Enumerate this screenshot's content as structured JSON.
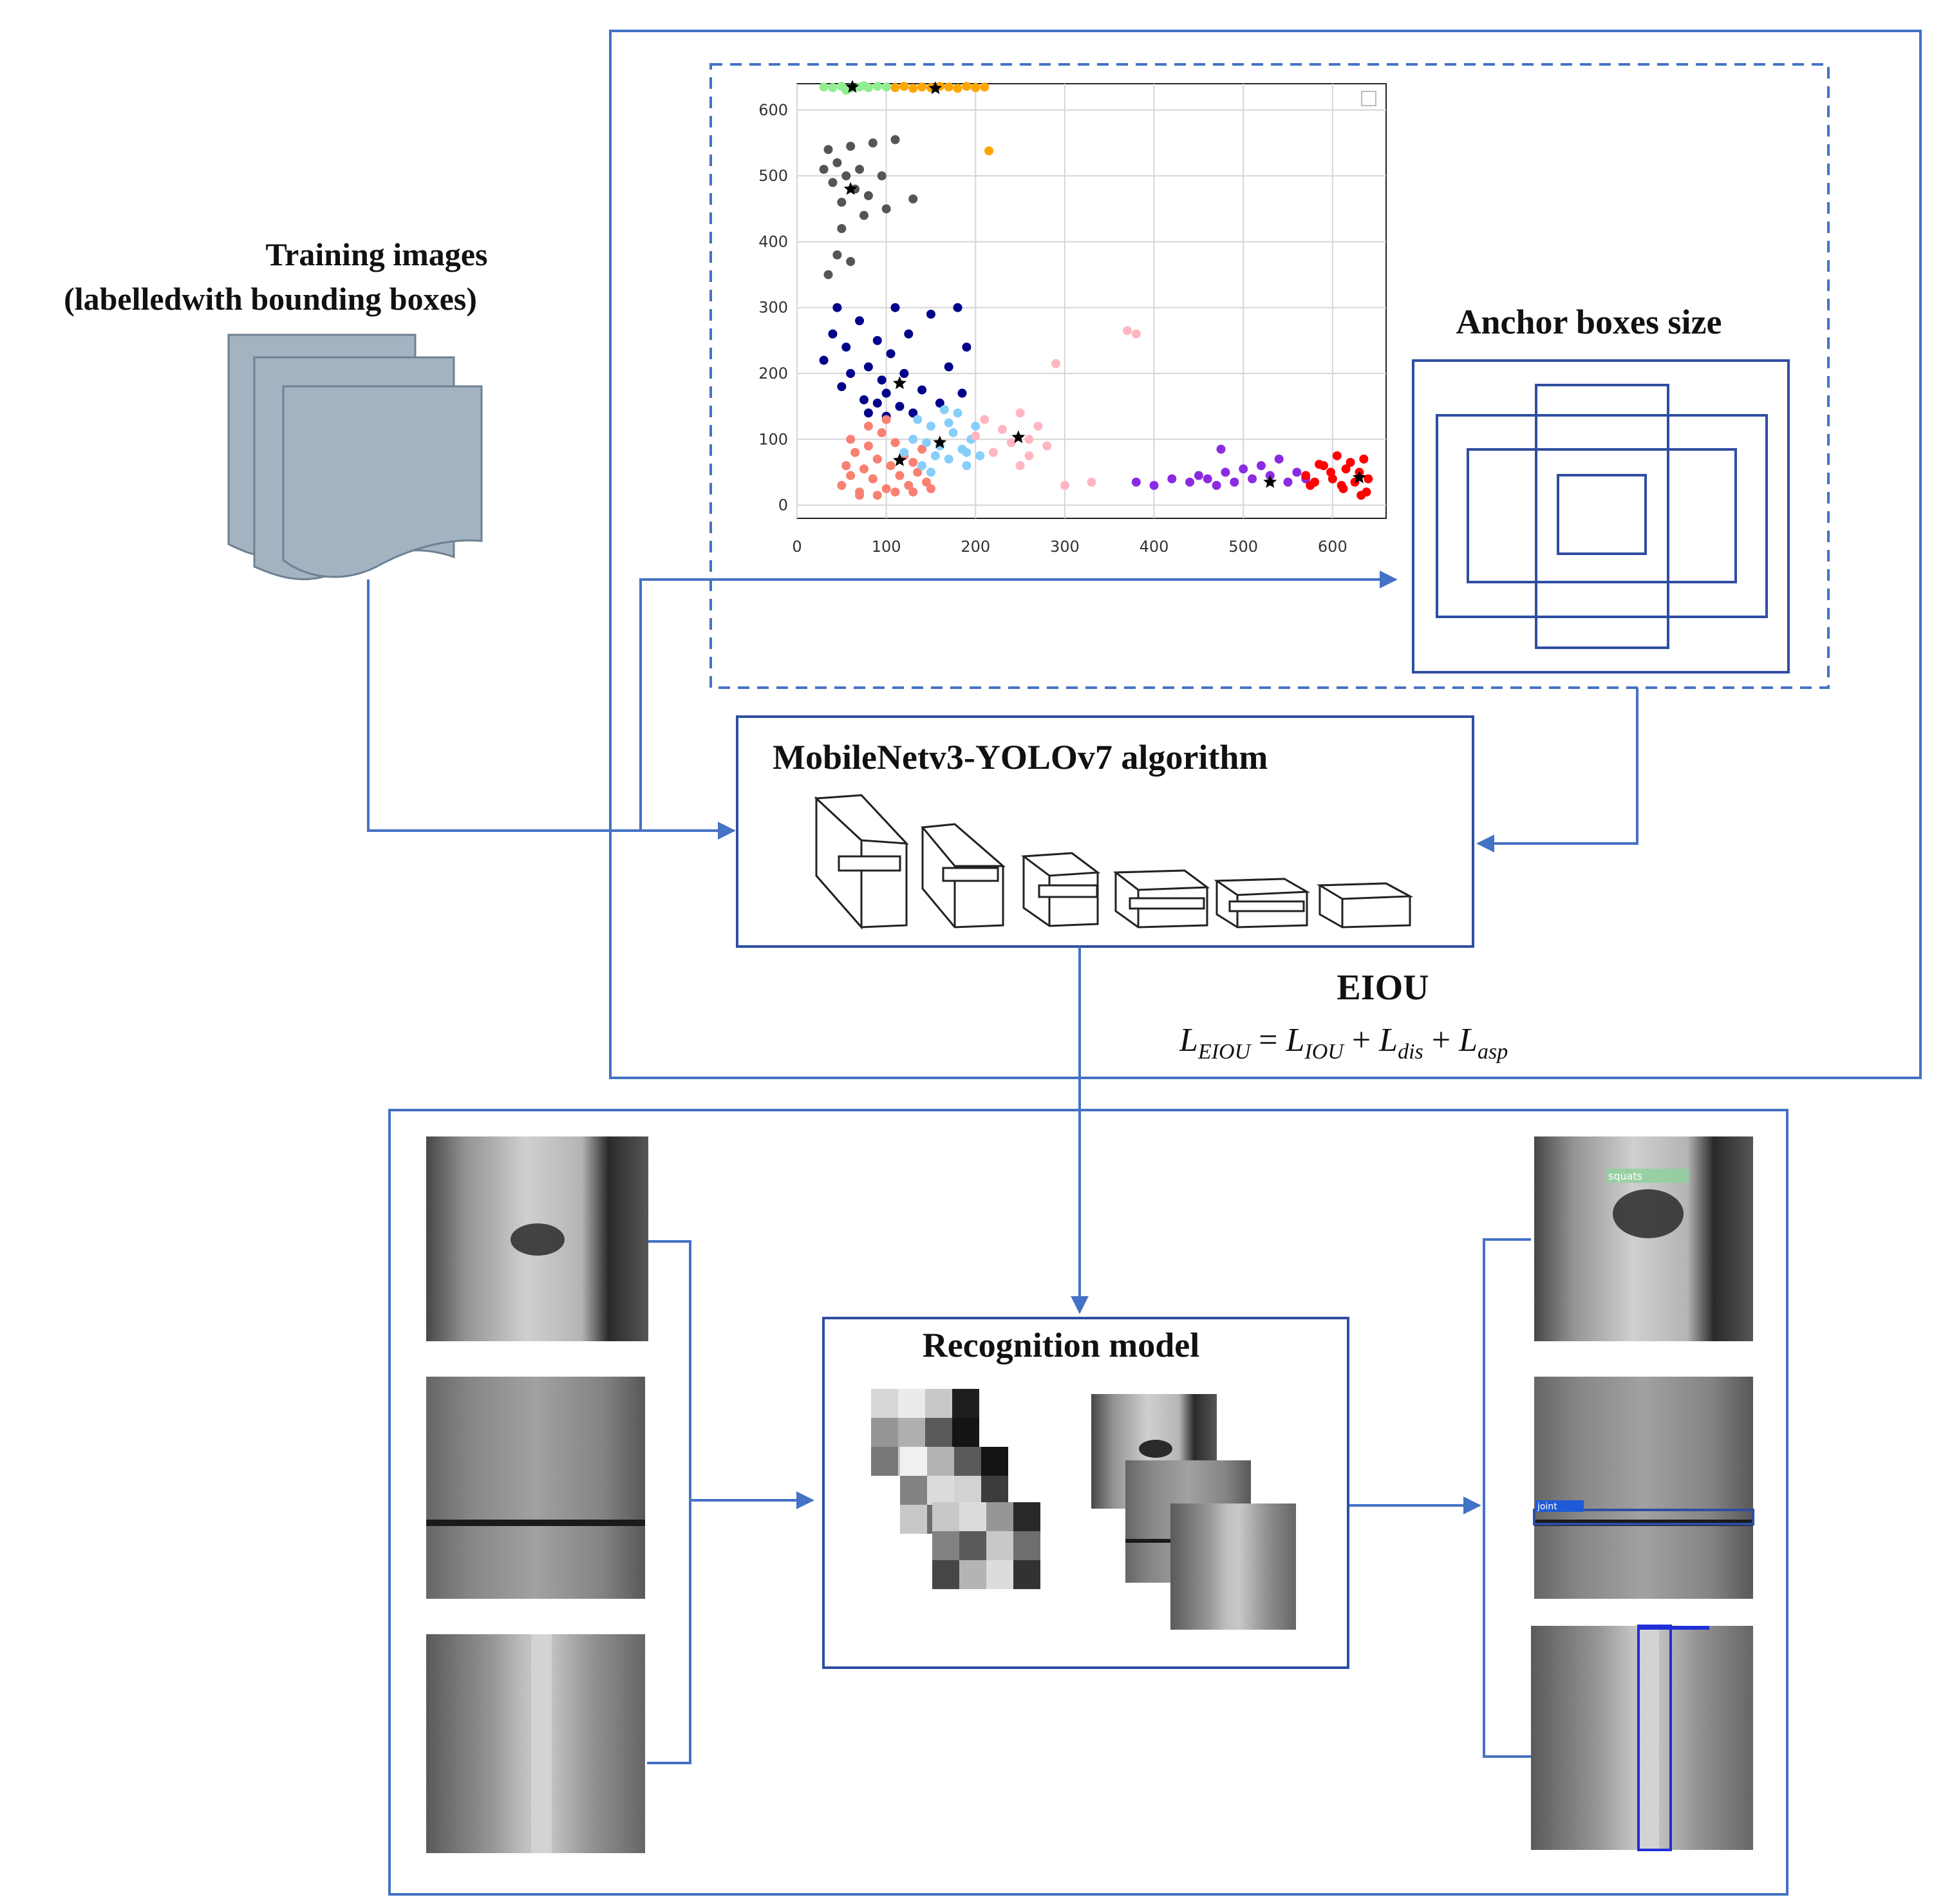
{
  "diagram": {
    "training_title_line1": "Training images",
    "training_title_line2": "(labelledwith bounding boxes)",
    "anchor_title": "Anchor boxes size",
    "algorithm_title": "MobileNetv3-YOLOv7 algorithm",
    "eiou_title": "EIOU",
    "eiou_formula": {
      "lhs": "L",
      "lhs_sub": "EIOU",
      "t1": "L",
      "t1_sub": "IOU",
      "t2": "L",
      "t2_sub": "dis",
      "t3": "L",
      "t3_sub": "asp"
    },
    "recognition_title": "Recognition model",
    "detection_labels": [
      "squats",
      "joint"
    ]
  },
  "colors": {
    "box_blue": "#4472c4",
    "doc_fill": "#a3b3c2",
    "doc_stroke": "#6f8091"
  },
  "chart_data": {
    "type": "scatter",
    "xlim": [
      0,
      660
    ],
    "ylim": [
      -20,
      640
    ],
    "xticks": [
      0,
      100,
      200,
      300,
      400,
      500,
      600
    ],
    "yticks": [
      0,
      100,
      200,
      300,
      400,
      500,
      600
    ],
    "grid": true,
    "legend": "top-right",
    "series": [
      {
        "color": "#90ee90",
        "points": [
          [
            30,
            635
          ],
          [
            40,
            634
          ],
          [
            50,
            636
          ],
          [
            60,
            633
          ],
          [
            70,
            635
          ],
          [
            80,
            634
          ],
          [
            90,
            636
          ],
          [
            100,
            635
          ],
          [
            55,
            630
          ],
          [
            75,
            637
          ]
        ]
      },
      {
        "color": "#ffa500",
        "points": [
          [
            110,
            634
          ],
          [
            120,
            636
          ],
          [
            130,
            633
          ],
          [
            140,
            635
          ],
          [
            150,
            634
          ],
          [
            160,
            636
          ],
          [
            170,
            635
          ],
          [
            180,
            633
          ],
          [
            190,
            636
          ],
          [
            200,
            634
          ],
          [
            210,
            635
          ],
          [
            215,
            538
          ]
        ]
      },
      {
        "color": "#555555",
        "points": [
          [
            30,
            510
          ],
          [
            35,
            540
          ],
          [
            40,
            490
          ],
          [
            45,
            520
          ],
          [
            50,
            460
          ],
          [
            55,
            500
          ],
          [
            60,
            545
          ],
          [
            65,
            480
          ],
          [
            70,
            510
          ],
          [
            75,
            440
          ],
          [
            80,
            470
          ],
          [
            85,
            550
          ],
          [
            95,
            500
          ],
          [
            100,
            450
          ],
          [
            110,
            555
          ],
          [
            130,
            465
          ],
          [
            50,
            420
          ],
          [
            45,
            380
          ],
          [
            35,
            350
          ],
          [
            60,
            370
          ]
        ]
      },
      {
        "color": "#00008b",
        "points": [
          [
            30,
            220
          ],
          [
            40,
            260
          ],
          [
            45,
            300
          ],
          [
            50,
            180
          ],
          [
            55,
            240
          ],
          [
            60,
            200
          ],
          [
            70,
            280
          ],
          [
            75,
            160
          ],
          [
            80,
            210
          ],
          [
            90,
            250
          ],
          [
            95,
            190
          ],
          [
            100,
            170
          ],
          [
            105,
            230
          ],
          [
            110,
            300
          ],
          [
            115,
            150
          ],
          [
            120,
            200
          ],
          [
            125,
            260
          ],
          [
            130,
            140
          ],
          [
            140,
            175
          ],
          [
            150,
            290
          ],
          [
            160,
            155
          ],
          [
            170,
            210
          ],
          [
            180,
            300
          ],
          [
            185,
            170
          ],
          [
            190,
            240
          ],
          [
            80,
            140
          ],
          [
            90,
            155
          ],
          [
            100,
            135
          ]
        ]
      },
      {
        "color": "#fa8072",
        "points": [
          [
            50,
            30
          ],
          [
            55,
            60
          ],
          [
            60,
            45
          ],
          [
            65,
            80
          ],
          [
            70,
            20
          ],
          [
            75,
            55
          ],
          [
            80,
            90
          ],
          [
            85,
            40
          ],
          [
            90,
            70
          ],
          [
            95,
            110
          ],
          [
            100,
            25
          ],
          [
            105,
            60
          ],
          [
            110,
            95
          ],
          [
            115,
            45
          ],
          [
            120,
            75
          ],
          [
            125,
            30
          ],
          [
            130,
            65
          ],
          [
            135,
            50
          ],
          [
            140,
            85
          ],
          [
            145,
            35
          ],
          [
            60,
            100
          ],
          [
            80,
            120
          ],
          [
            100,
            130
          ],
          [
            70,
            15
          ],
          [
            90,
            15
          ],
          [
            110,
            20
          ],
          [
            130,
            20
          ],
          [
            150,
            25
          ]
        ]
      },
      {
        "color": "#87cefa",
        "points": [
          [
            120,
            80
          ],
          [
            130,
            100
          ],
          [
            140,
            60
          ],
          [
            150,
            120
          ],
          [
            160,
            90
          ],
          [
            170,
            70
          ],
          [
            175,
            110
          ],
          [
            180,
            140
          ],
          [
            185,
            85
          ],
          [
            190,
            60
          ],
          [
            195,
            100
          ],
          [
            200,
            120
          ],
          [
            205,
            75
          ],
          [
            165,
            145
          ],
          [
            150,
            50
          ],
          [
            135,
            130
          ],
          [
            145,
            95
          ],
          [
            155,
            75
          ],
          [
            170,
            125
          ],
          [
            190,
            80
          ]
        ]
      },
      {
        "color": "#ffb6c1",
        "points": [
          [
            200,
            105
          ],
          [
            210,
            130
          ],
          [
            220,
            80
          ],
          [
            230,
            115
          ],
          [
            240,
            95
          ],
          [
            250,
            140
          ],
          [
            260,
            75
          ],
          [
            270,
            120
          ],
          [
            280,
            90
          ],
          [
            290,
            215
          ],
          [
            300,
            30
          ],
          [
            330,
            35
          ],
          [
            250,
            60
          ],
          [
            260,
            100
          ],
          [
            370,
            265
          ],
          [
            380,
            260
          ]
        ]
      },
      {
        "color": "#8a2be2",
        "points": [
          [
            380,
            35
          ],
          [
            400,
            30
          ],
          [
            420,
            40
          ],
          [
            440,
            35
          ],
          [
            450,
            45
          ],
          [
            460,
            40
          ],
          [
            470,
            30
          ],
          [
            475,
            85
          ],
          [
            480,
            50
          ],
          [
            490,
            35
          ],
          [
            500,
            55
          ],
          [
            510,
            40
          ],
          [
            520,
            60
          ],
          [
            530,
            45
          ],
          [
            540,
            70
          ],
          [
            550,
            35
          ],
          [
            560,
            50
          ],
          [
            570,
            40
          ]
        ]
      },
      {
        "color": "#ff0000",
        "points": [
          [
            570,
            45
          ],
          [
            580,
            35
          ],
          [
            590,
            60
          ],
          [
            600,
            40
          ],
          [
            605,
            75
          ],
          [
            610,
            30
          ],
          [
            615,
            55
          ],
          [
            620,
            65
          ],
          [
            625,
            35
          ],
          [
            630,
            50
          ],
          [
            635,
            70
          ],
          [
            640,
            40
          ],
          [
            638,
            20
          ],
          [
            632,
            15
          ],
          [
            612,
            25
          ],
          [
            598,
            50
          ],
          [
            585,
            62
          ],
          [
            575,
            30
          ]
        ]
      },
      {
        "color": "#000000",
        "marker": "star",
        "points": [
          [
            62,
            635
          ],
          [
            155,
            633
          ],
          [
            60,
            480
          ],
          [
            115,
            185
          ],
          [
            115,
            68
          ],
          [
            160,
            95
          ],
          [
            248,
            103
          ],
          [
            530,
            35
          ],
          [
            630,
            42
          ]
        ]
      }
    ]
  }
}
